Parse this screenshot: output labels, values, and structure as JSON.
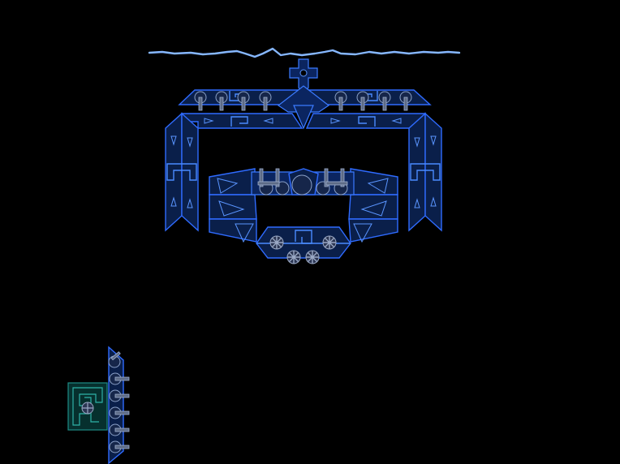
{
  "colors": {
    "background": "#000000",
    "hull_blue": "#2f6bff",
    "hull_fill": "#0a1f4a",
    "energy_beam": "#86b7ff",
    "station_teal": "#1e8c86"
  },
  "scene": {
    "mothership": {
      "name": "blue-fortress",
      "turret_count": 8,
      "gear_count": 4
    },
    "player_ship": {
      "name": "teal-station",
      "turret_count": 6
    },
    "effects": [
      "lightning-beam"
    ]
  }
}
